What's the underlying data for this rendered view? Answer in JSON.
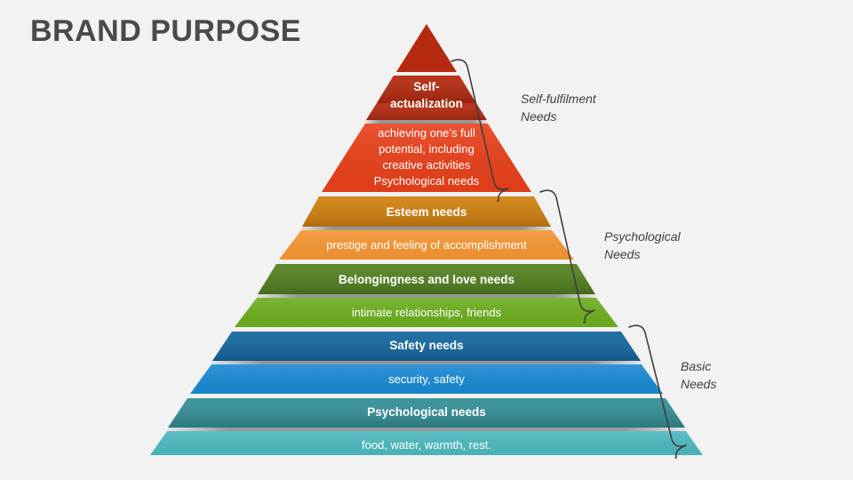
{
  "page": {
    "title": "BRAND PURPOSE",
    "background_color": "#f2f2f2",
    "title_color": "#4a4a4a"
  },
  "chart_data": {
    "type": "pyramid",
    "title": "BRAND PURPOSE",
    "subtitle": "",
    "xlabel": "",
    "ylabel": "",
    "legend_position": "right",
    "grid": false,
    "levels": [
      {
        "rank": 5,
        "title": "Self-actualization",
        "description": "achieving one’s full potential, including creative activities Psychological needs",
        "description_lines": [
          "achieving one’s full",
          "potential, including",
          "creative activities",
          "Psychological needs"
        ],
        "header_color": "#b4290f",
        "body_color": "#e8401a",
        "group": "Self-fulfilment Needs"
      },
      {
        "rank": 4,
        "title": "Esteem needs",
        "description": "prestige and feeling of accomplishment",
        "description_lines": [
          "prestige and feeling of accomplishment"
        ],
        "header_color": "#d2800d",
        "body_color": "#f79633",
        "group": "Psychological Needs"
      },
      {
        "rank": 3,
        "title": "Belongingness and love needs",
        "description": "intimate relationships, friends",
        "description_lines": [
          "intimate relationships, friends"
        ],
        "header_color": "#53801f",
        "body_color": "#6cae1f",
        "group": "Psychological Needs"
      },
      {
        "rank": 2,
        "title": "Safety needs",
        "description": "security, safety",
        "description_lines": [
          "security, safety"
        ],
        "header_color": "#13679f",
        "body_color": "#1a8ad4",
        "group": "Basic Needs"
      },
      {
        "rank": 1,
        "title": "Psychological needs",
        "description": "food, water, warmth, rest.",
        "description_lines": [
          "food, water, warmth, rest."
        ],
        "header_color": "#338f96",
        "body_color": "#4cb9bf",
        "group": "Basic Needs"
      }
    ],
    "brackets": [
      {
        "label": "Self-fulfilment\nNeeds",
        "covers": [
          "Self-actualization"
        ]
      },
      {
        "label": "Psychological\nNeeds",
        "covers": [
          "Esteem needs",
          "Belongingness and love needs"
        ]
      },
      {
        "label": "Basic\nNeeds",
        "covers": [
          "Safety needs",
          "Psychological needs"
        ]
      }
    ]
  }
}
